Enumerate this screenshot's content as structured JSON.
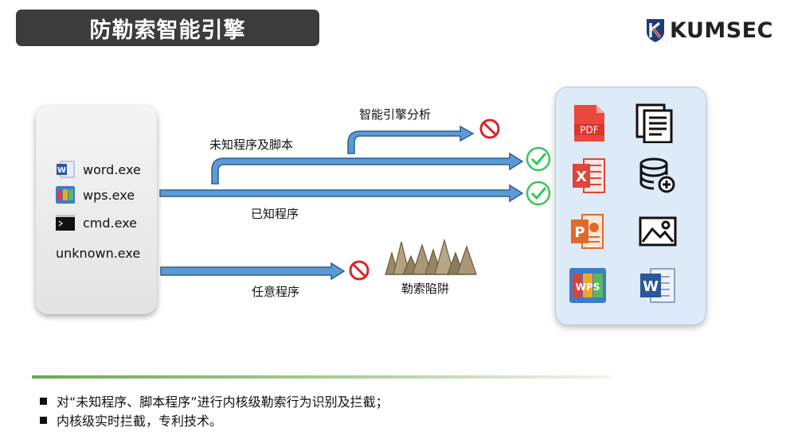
{
  "header": {
    "title": "防勒索智能引擎"
  },
  "logo": {
    "text": "KUMSEC",
    "mark_colors": [
      "#1f3a7a",
      "#d3262e"
    ]
  },
  "processes": [
    {
      "name": "word.exe",
      "icon": "word-icon"
    },
    {
      "name": "wps.exe",
      "icon": "wps-icon"
    },
    {
      "name": "cmd.exe",
      "icon": "cmd-icon"
    },
    {
      "name": "unknown.exe",
      "icon": ""
    }
  ],
  "flows": {
    "engine_label": "智能引擎分析",
    "unknown_label": "未知程序及脚本",
    "known_label": "已知程序",
    "any_label": "任意程序",
    "trap_label": "勒索陷阱"
  },
  "files": [
    {
      "icon": "pdf-icon",
      "text": "PDF"
    },
    {
      "icon": "document-icon",
      "text": ""
    },
    {
      "icon": "excel-icon",
      "text": "X"
    },
    {
      "icon": "database-icon",
      "text": ""
    },
    {
      "icon": "powerpoint-icon",
      "text": "P"
    },
    {
      "icon": "image-icon",
      "text": ""
    },
    {
      "icon": "wps-icon",
      "text": "WPS"
    },
    {
      "icon": "word-icon",
      "text": "W"
    }
  ],
  "bullets": [
    "对“未知程序、脚本程序”进行内核级勒索行为识别及拦截；",
    "内核级实时拦截，专利技术。"
  ],
  "colors": {
    "arrow_fill": "#5b9bd5",
    "arrow_stroke": "#2f5d8c",
    "block": "#d9262b",
    "allow": "#34c759",
    "title_bg": "#3c3c3c"
  }
}
